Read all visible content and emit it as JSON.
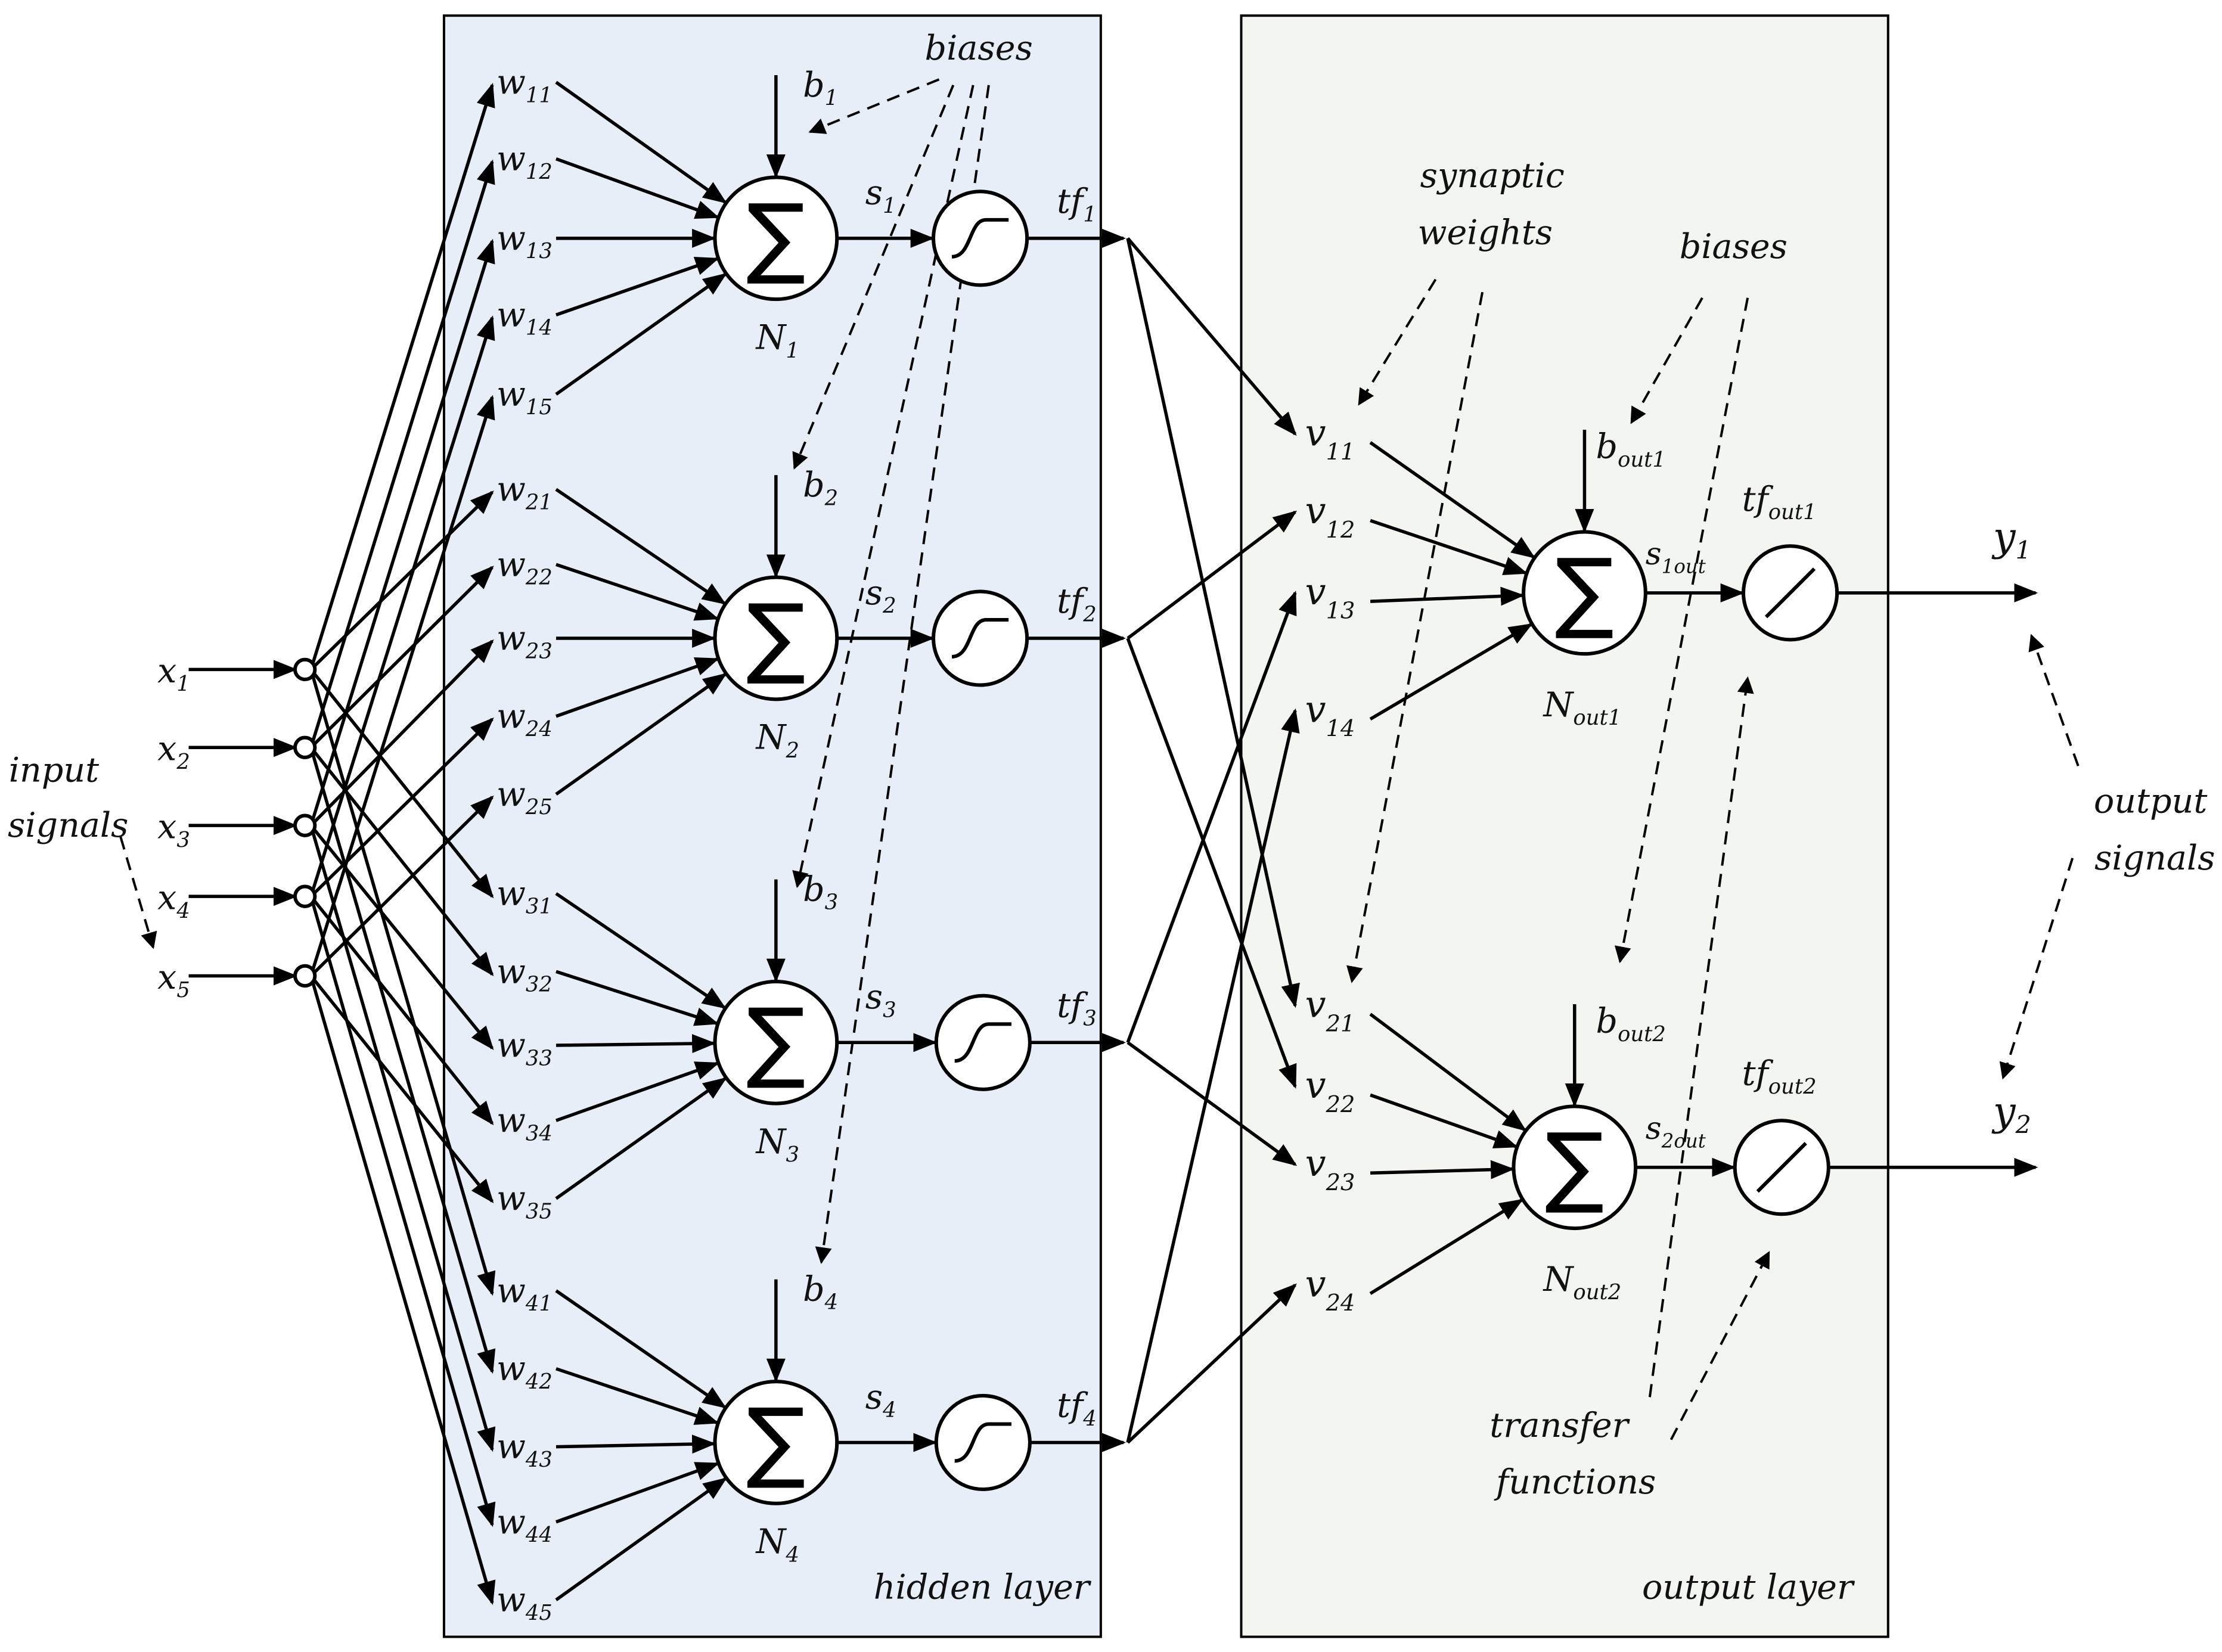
{
  "annotations": {
    "input_signals": [
      "input",
      "signals"
    ],
    "biases_hidden": "biases",
    "synaptic_weights": [
      "synaptic",
      "weights"
    ],
    "biases_output": "biases",
    "output_signals": [
      "output",
      "signals"
    ],
    "transfer_functions": [
      "transfer",
      "functions"
    ],
    "hidden_layer": "hidden layer",
    "output_layer": "output layer"
  },
  "inputs": [
    {
      "base": "x",
      "sub": "1"
    },
    {
      "base": "x",
      "sub": "2"
    },
    {
      "base": "x",
      "sub": "3"
    },
    {
      "base": "x",
      "sub": "4"
    },
    {
      "base": "x",
      "sub": "5"
    }
  ],
  "hidden": [
    {
      "neuron": {
        "base": "N",
        "sub": "1"
      },
      "bias": {
        "base": "b",
        "sub": "1"
      },
      "sum": {
        "base": "s",
        "sub": "1"
      },
      "tf": {
        "base": "tf",
        "sub": "1"
      },
      "weights": [
        {
          "base": "w",
          "sub": "11"
        },
        {
          "base": "w",
          "sub": "12"
        },
        {
          "base": "w",
          "sub": "13"
        },
        {
          "base": "w",
          "sub": "14"
        },
        {
          "base": "w",
          "sub": "15"
        }
      ]
    },
    {
      "neuron": {
        "base": "N",
        "sub": "2"
      },
      "bias": {
        "base": "b",
        "sub": "2"
      },
      "sum": {
        "base": "s",
        "sub": "2"
      },
      "tf": {
        "base": "tf",
        "sub": "2"
      },
      "weights": [
        {
          "base": "w",
          "sub": "21"
        },
        {
          "base": "w",
          "sub": "22"
        },
        {
          "base": "w",
          "sub": "23"
        },
        {
          "base": "w",
          "sub": "24"
        },
        {
          "base": "w",
          "sub": "25"
        }
      ]
    },
    {
      "neuron": {
        "base": "N",
        "sub": "3"
      },
      "bias": {
        "base": "b",
        "sub": "3"
      },
      "sum": {
        "base": "s",
        "sub": "3"
      },
      "tf": {
        "base": "tf",
        "sub": "3"
      },
      "weights": [
        {
          "base": "w",
          "sub": "31"
        },
        {
          "base": "w",
          "sub": "32"
        },
        {
          "base": "w",
          "sub": "33"
        },
        {
          "base": "w",
          "sub": "34"
        },
        {
          "base": "w",
          "sub": "35"
        }
      ]
    },
    {
      "neuron": {
        "base": "N",
        "sub": "4"
      },
      "bias": {
        "base": "b",
        "sub": "4"
      },
      "sum": {
        "base": "s",
        "sub": "4"
      },
      "tf": {
        "base": "tf",
        "sub": "4"
      },
      "weights": [
        {
          "base": "w",
          "sub": "41"
        },
        {
          "base": "w",
          "sub": "42"
        },
        {
          "base": "w",
          "sub": "43"
        },
        {
          "base": "w",
          "sub": "44"
        },
        {
          "base": "w",
          "sub": "45"
        }
      ]
    }
  ],
  "output": [
    {
      "neuron": {
        "base": "N",
        "sub": "out1"
      },
      "bias": {
        "base": "b",
        "sub": "out1"
      },
      "sum": {
        "base": "s",
        "sub": "1out"
      },
      "tf": {
        "base": "tf",
        "sub": "out1"
      },
      "y": {
        "base": "y",
        "sub": "1"
      },
      "weights": [
        {
          "base": "v",
          "sub": "11"
        },
        {
          "base": "v",
          "sub": "12"
        },
        {
          "base": "v",
          "sub": "13"
        },
        {
          "base": "v",
          "sub": "14"
        }
      ]
    },
    {
      "neuron": {
        "base": "N",
        "sub": "out2"
      },
      "bias": {
        "base": "b",
        "sub": "out2"
      },
      "sum": {
        "base": "s",
        "sub": "2out"
      },
      "tf": {
        "base": "tf",
        "sub": "out2"
      },
      "y": {
        "base": "y",
        "sub": "2"
      },
      "weights": [
        {
          "base": "v",
          "sub": "21"
        },
        {
          "base": "v",
          "sub": "22"
        },
        {
          "base": "v",
          "sub": "23"
        },
        {
          "base": "v",
          "sub": "24"
        }
      ]
    }
  ],
  "symbols": {
    "sum": "∑"
  },
  "colors": {
    "hidden_bg": "#e8eef7",
    "output_bg": "#f3f5f1",
    "stroke": "#000000"
  }
}
